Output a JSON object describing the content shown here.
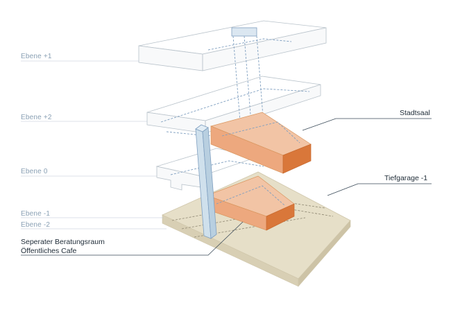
{
  "levels": {
    "ebene_p1": "Ebene +1",
    "ebene_p2": "Ebene +2",
    "ebene_0": "Ebene 0",
    "ebene_m1": "Ebene -1",
    "ebene_m2": "Ebene -2"
  },
  "callouts": {
    "stadtsaal": "Stadtsaal",
    "tiefgarage": "Tiefgarage -1",
    "beratungsraum": "Seperater Beratungsraum",
    "cafe": "Öffentliches Cafe"
  },
  "colors": {
    "ground_slab": "#e6dfc8",
    "volume_orange": "#f2c4a5",
    "volume_orange_dark": "#d9773a",
    "core_blue": "#cfe0ec",
    "label_grey": "#8aa0b4"
  }
}
